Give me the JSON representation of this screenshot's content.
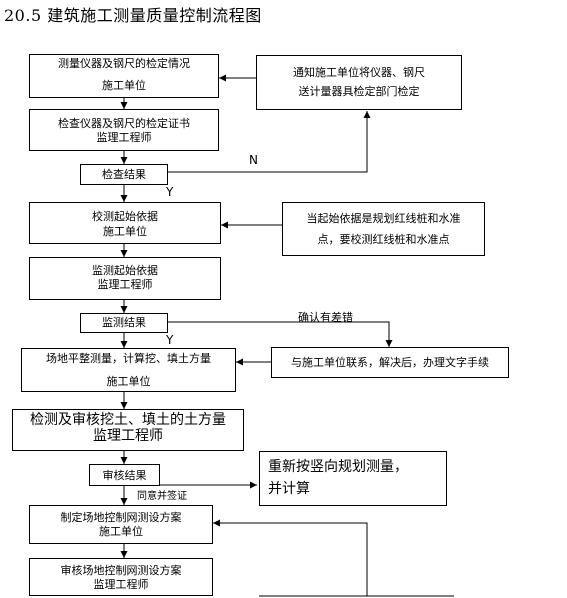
{
  "title": "20.5 建筑施工测量质量控制流程图",
  "nodes": {
    "b1": {
      "line1": "测量仪器及钢尺的检定情况",
      "line2": "施工单位"
    },
    "n1": {
      "line1": "通知施工单位将仪器、钢尺",
      "line2": "送计量器具检定部门检定"
    },
    "b2": {
      "line1": "检查仪器及钢尺的检定证书",
      "line2": "监理工程师"
    },
    "d1": {
      "label": "检查结果"
    },
    "b3": {
      "line1": "校测起始依据",
      "line2": "施工单位"
    },
    "n2": {
      "line1": "当起始依据是规划红线桩和水准",
      "line2": "点，要校测红线桩和水准点"
    },
    "b4": {
      "line1": "监测起始依据",
      "line2": "监理工程师"
    },
    "d2": {
      "label": "监测结果"
    },
    "b5": {
      "line1": "场地平整测量，计算挖、填土方量",
      "line2": "施工单位"
    },
    "n3": {
      "line1": "与施工单位联系，解决后，办理文字手续"
    },
    "b6": {
      "line1": "检测及审核挖土、填土的土方量",
      "line2": "监理工程师"
    },
    "d3": {
      "label": "审核结果"
    },
    "n4": {
      "line1": "重新按竖向规划测量，",
      "line2": "并计算"
    },
    "b7": {
      "line1": "制定场地控制网测设方案",
      "line2": "施工单位"
    },
    "b8": {
      "line1": "审核场地控制网测设方案",
      "line2": "监理工程师"
    }
  },
  "edge_labels": {
    "n": "N",
    "y1": "Y",
    "y2": "Y",
    "confirm_error": "确认有差错",
    "approve_sign": "同意并签证"
  }
}
